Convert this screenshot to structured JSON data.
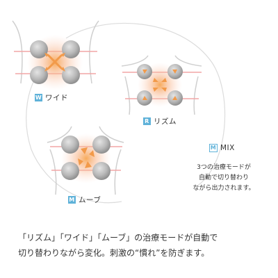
{
  "modes": {
    "wide": {
      "badge": "W",
      "label": "ワイド"
    },
    "rhythm": {
      "badge": "R",
      "label": "リズム"
    },
    "move": {
      "badge": "M",
      "label": "ムーブ"
    },
    "mix": {
      "badge": "M",
      "label": "MIX"
    }
  },
  "mix_description": [
    "3つの治療モードが",
    "自動で切り替わり",
    "ながら出力されます。"
  ],
  "caption": [
    "「リズム」「ワイド」「ムーブ」の治療モードが自動で",
    "切り替わりながら変化。刺激の“慣れ”を防ぎます。"
  ],
  "colors": {
    "badge": "#5fb2d9",
    "body_line": "#c9c9c9",
    "pad": "#aaaaaa",
    "glow": "#f29a4a",
    "stripe": "#f0a0a0"
  },
  "icons": [
    "orange-arrow-icon",
    "electrode-pad-icon"
  ]
}
